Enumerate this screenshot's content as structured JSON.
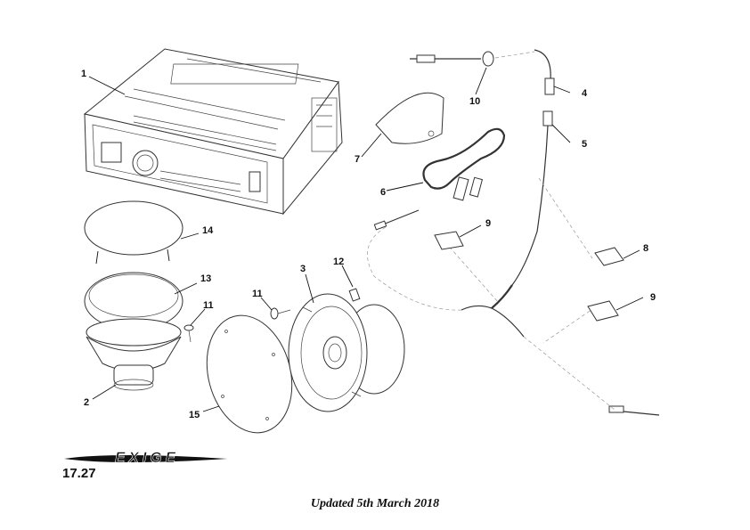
{
  "brand": "EXIGE",
  "page_number": "17.27",
  "footer": "Updated 5th March 2018",
  "callouts": {
    "c1": "1",
    "c2": "2",
    "c3": "3",
    "c4": "4",
    "c5": "5",
    "c6": "6",
    "c7": "7",
    "c8": "8",
    "c9a": "9",
    "c9b": "9",
    "c10": "10",
    "c11a": "11",
    "c11b": "11",
    "c12": "12",
    "c13": "13",
    "c14": "14",
    "c15": "15"
  }
}
